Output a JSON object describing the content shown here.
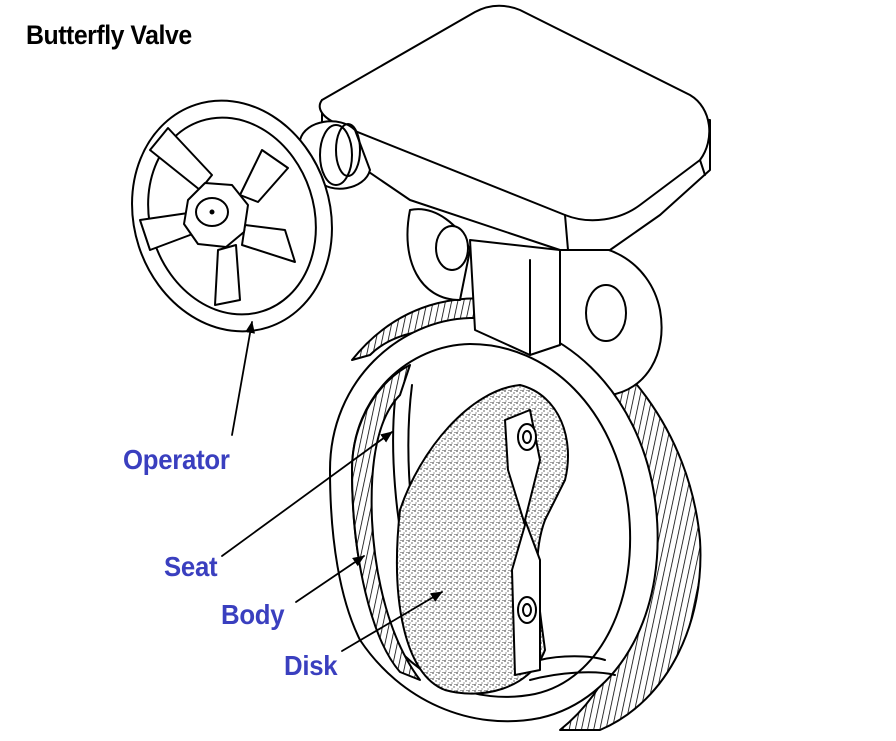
{
  "title": "Butterfly Valve",
  "labels": {
    "operator": "Operator",
    "seat": "Seat",
    "body": "Body",
    "disk": "Disk"
  },
  "colors": {
    "label": "#3a3fbf",
    "line": "#000000",
    "disk_fill": "#d8d8d8"
  }
}
